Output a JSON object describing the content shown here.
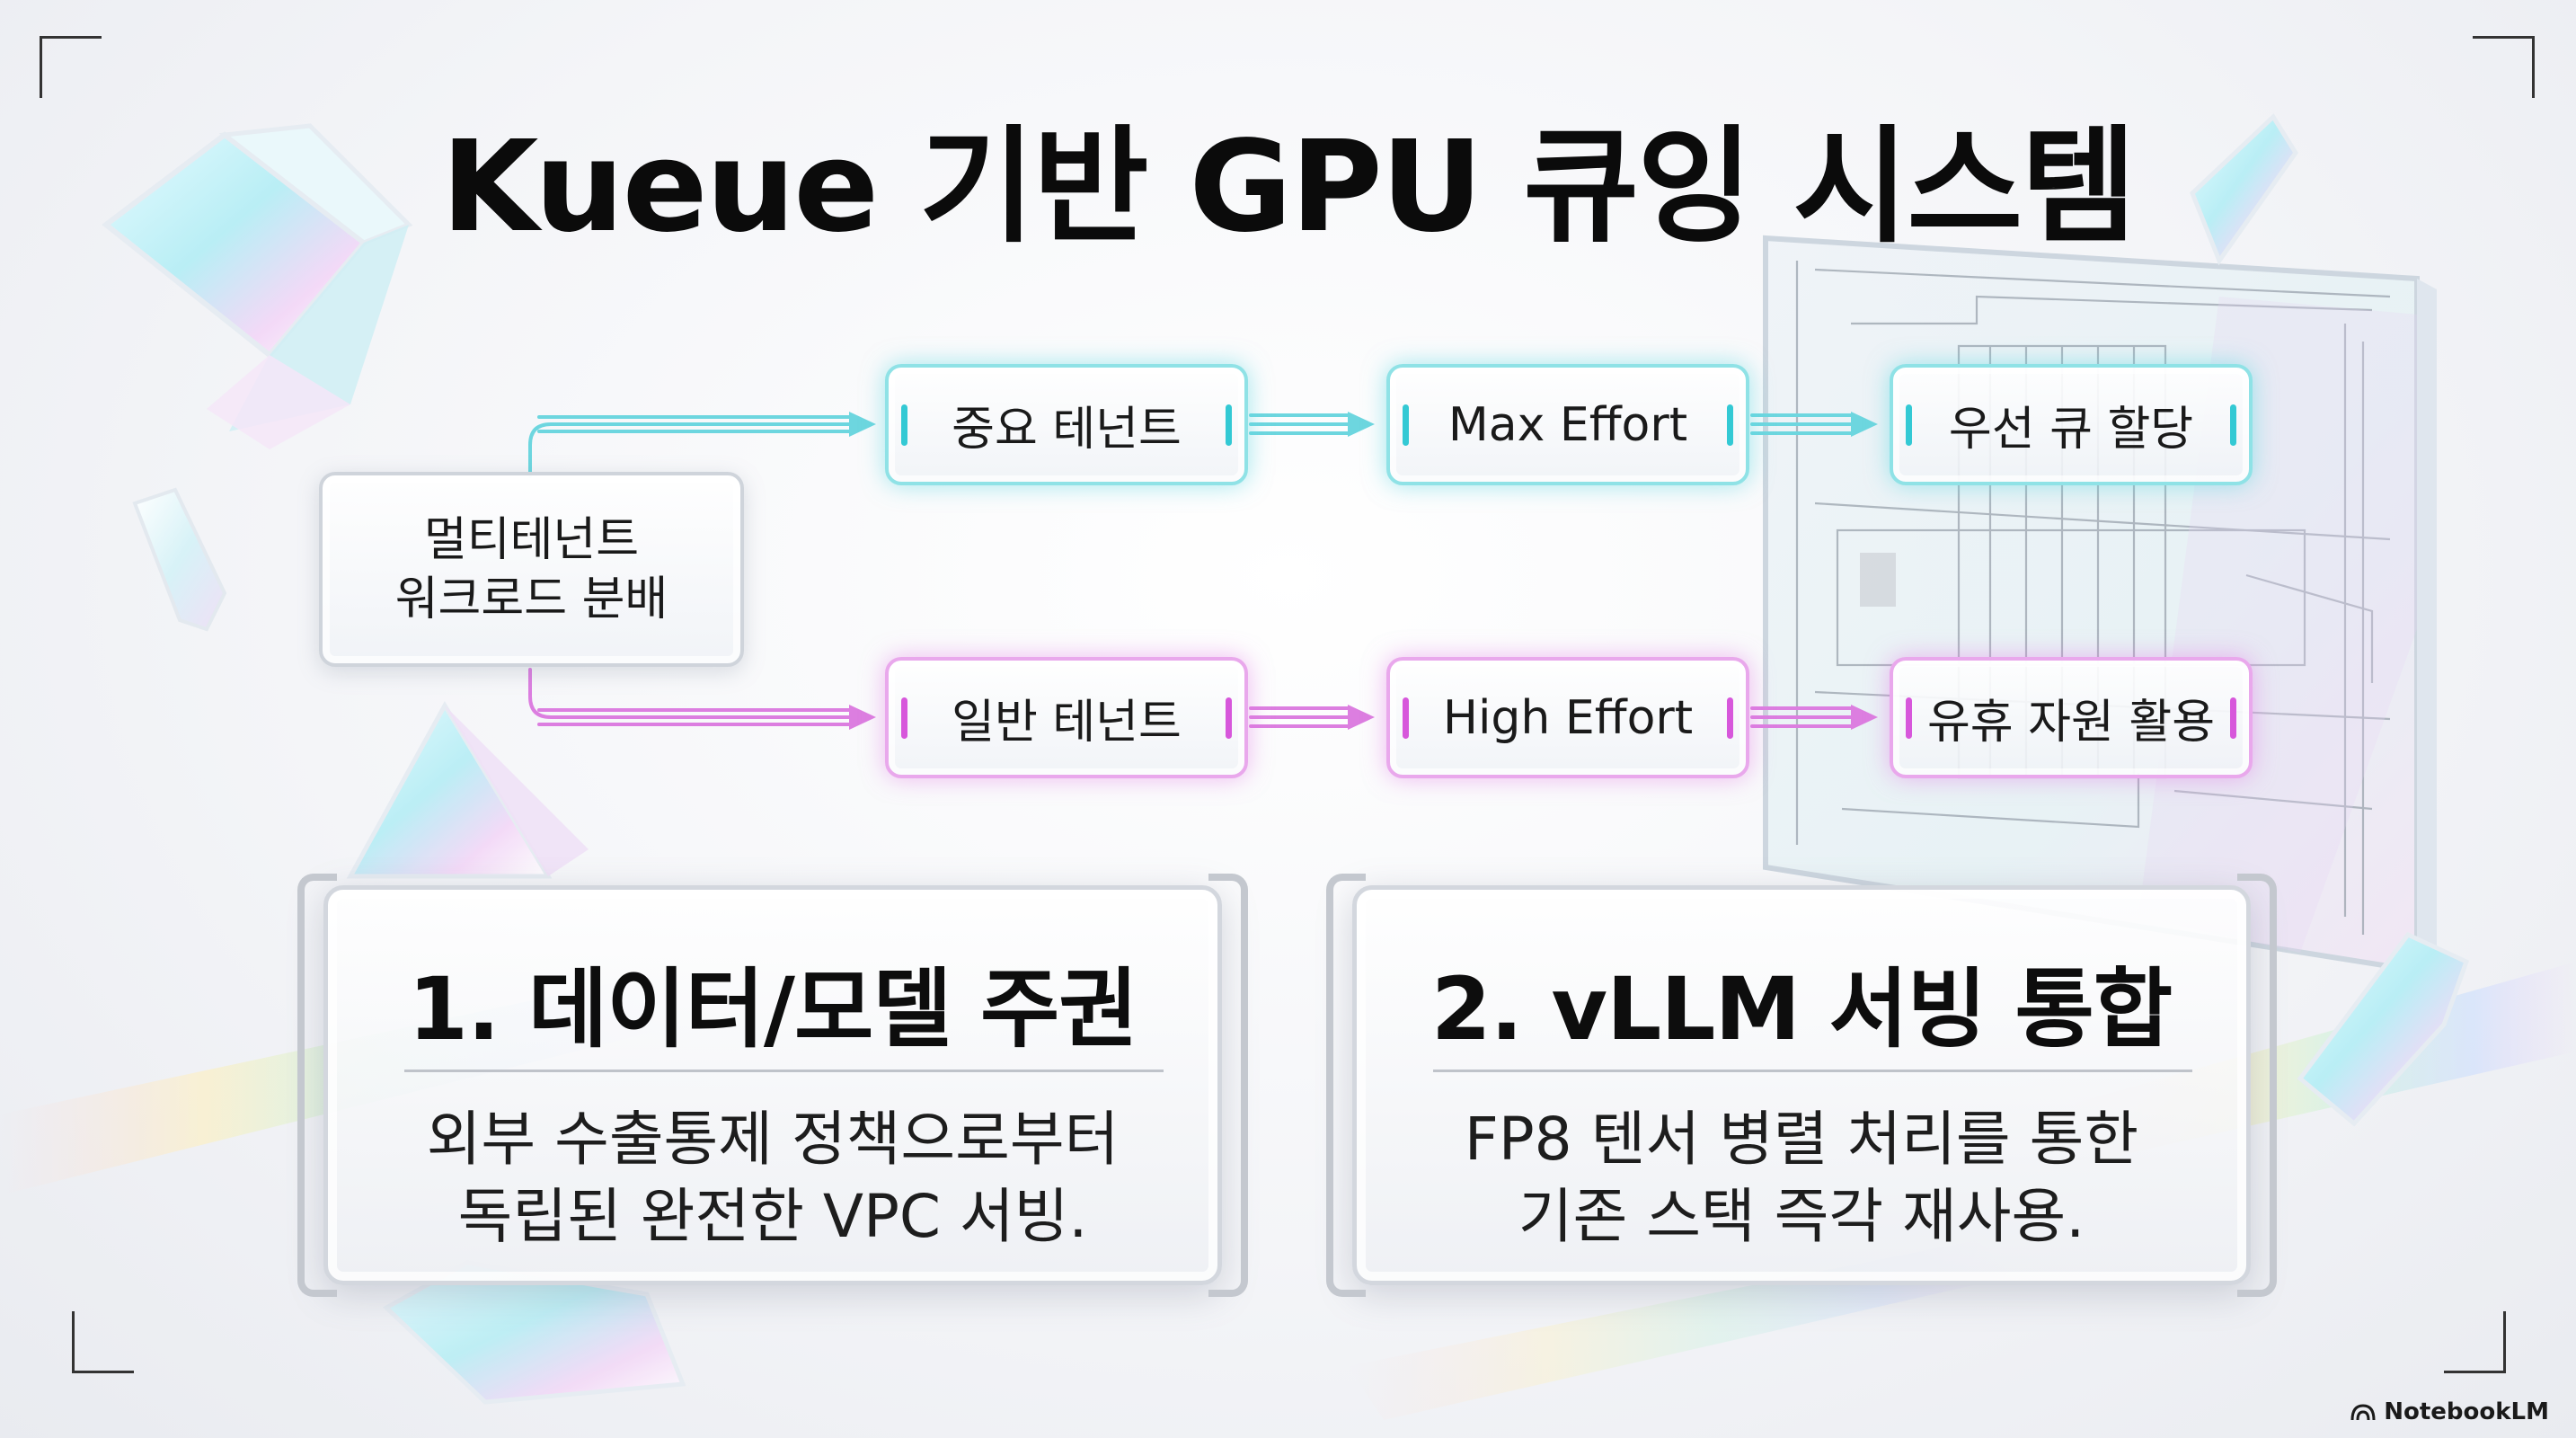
{
  "title": "Kueue 기반 GPU 큐잉 시스템",
  "flow": {
    "source": {
      "line1": "멀티테넌트",
      "line2": "워크로드 분배"
    },
    "top_row": {
      "tenant": "중요 테넌트",
      "effort": "Max Effort",
      "result": "우선 큐 할당",
      "color": "#5fd4dc"
    },
    "bottom_row": {
      "tenant": "일반 테넌트",
      "effort": "High Effort",
      "result": "유휴 자원 활용",
      "color": "#dc6ee0"
    }
  },
  "cards": [
    {
      "title": "1. 데이터/모델 주권",
      "line1": "외부 수출통제 정책으로부터",
      "line2": "독립된 완전한 VPC 서빙."
    },
    {
      "title": "2. vLLM 서빙 통합",
      "line1": "FP8 텐서 병렬 처리를 통한",
      "line2": "기존 스택 즉각 재사용."
    }
  ],
  "brand": {
    "label": "NotebookLM",
    "icon": "notebooklm-logo-icon"
  },
  "icons": {
    "corners": "frame-corner-icon",
    "decor": [
      "glass-cube-icon",
      "glass-pyramid-icon",
      "glass-crystal-icon",
      "glass-circuit-panel-icon"
    ]
  }
}
